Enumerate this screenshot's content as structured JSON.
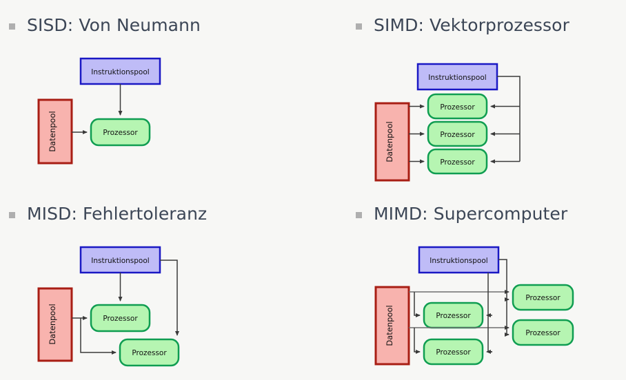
{
  "slide": {
    "background_color": "#F7F7F5",
    "title_color": "#3C4656",
    "bullet_color": "#AFAFAF"
  },
  "palette": {
    "instruction_fill": "#BFBCF7",
    "instruction_stroke": "#1A18C4",
    "data_fill": "#F8B3AE",
    "data_stroke": "#A81E14",
    "processor_fill": "#B6F5B2",
    "processor_stroke": "#0F9D51",
    "arrow_color": "#3A3A3A",
    "label_color": "#111111"
  },
  "labels": {
    "instruction_pool": "Instruktionspool",
    "data_pool": "Datenpool",
    "processor": "Prozessor"
  },
  "quadrants": [
    {
      "id": "sisd",
      "title": "SISD: Von Neumann",
      "instruction_pools": 1,
      "data_pools": 1,
      "processors": 1
    },
    {
      "id": "simd",
      "title": "SIMD: Vektorprozessor",
      "instruction_pools": 1,
      "data_pools": 1,
      "processors": 3
    },
    {
      "id": "misd",
      "title": "MISD: Fehlertoleranz",
      "instruction_pools": 1,
      "data_pools": 1,
      "processors": 2
    },
    {
      "id": "mimd",
      "title": "MIMD: Supercomputer",
      "instruction_pools": 1,
      "data_pools": 1,
      "processors": 4
    }
  ]
}
